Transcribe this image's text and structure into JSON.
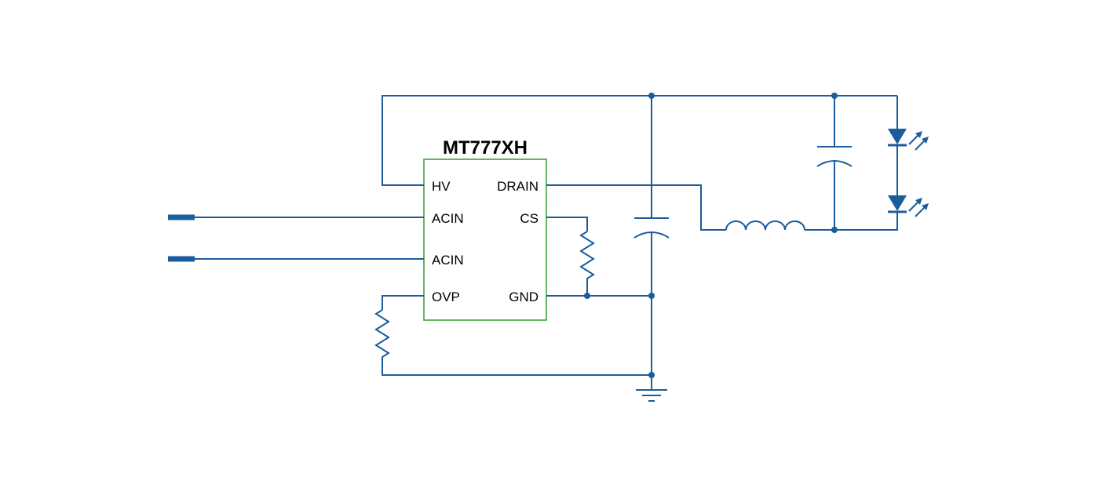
{
  "diagram": {
    "title": "MT777XH",
    "ic": {
      "left_pins": [
        "HV",
        "ACIN",
        "ACIN",
        "OVP"
      ],
      "right_pins": [
        "DRAIN",
        "CS",
        "GND"
      ]
    },
    "colors": {
      "wire": "#1b5c9c",
      "ic_border": "#3aa33a",
      "text": "#000000",
      "background": "#ffffff"
    }
  }
}
